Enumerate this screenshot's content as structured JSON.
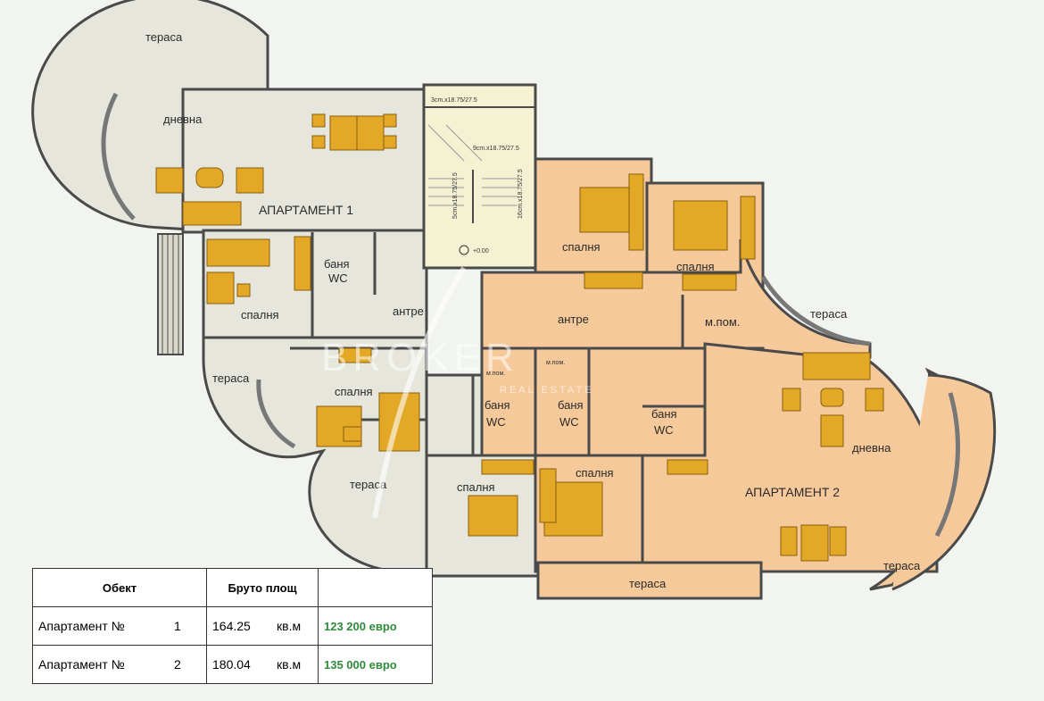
{
  "plan": {
    "stair_note_top": "3cm.x18.75/27.5",
    "stair_note_mid": "9cm.x18.75/27.5",
    "stair_note_left": "5cm.x18.75/27.5",
    "stair_note_right": "16cm.x18.75/27.5",
    "level_mark": "+0.00",
    "apartment1": {
      "label": "АПАРТАМЕНТ 1",
      "living": "дневна",
      "terrace_top": "тераса",
      "bedroom_1": "спалня",
      "bath": "баня",
      "wc": "WC",
      "hall": "антре",
      "terrace_left": "тераса",
      "bedroom_2": "спалня",
      "terrace_bottom": "тераса"
    },
    "apartment2": {
      "label": "АПАРТАМЕНТ 2",
      "bedroom_1": "спалня",
      "bedroom_2": "спалня",
      "hall": "антре",
      "utility": "м.пом.",
      "terrace_right": "тераса",
      "utility_small_1": "м.пом.",
      "utility_small_2": "м.пом.",
      "bath_1": "баня",
      "wc_1": "WC",
      "bath_2": "баня",
      "wc_2": "WC",
      "bath_3": "баня",
      "wc_3": "WC",
      "bedroom_3": "спалня",
      "bedroom_4": "спалня",
      "living": "дневна",
      "terrace_bottom": "тераса",
      "terrace_corner": "тераса"
    },
    "watermark": "BROKER",
    "watermark_sub": "REAL ESTATE"
  },
  "table": {
    "headers": [
      "Обект",
      "Бруто площ"
    ],
    "rows": [
      {
        "name": "Апартамент №",
        "num": "1",
        "area": "164.25",
        "unit": "кв.м",
        "price": "123 200 евро"
      },
      {
        "name": "Апартамент №",
        "num": "2",
        "area": "180.04",
        "unit": "кв.м",
        "price": "135 000 евро"
      }
    ]
  },
  "colors": {
    "apt1_fill": "#e7e6dc",
    "apt2_fill": "#f6c99a",
    "stair_fill": "#f4f2d2",
    "wall": "#4a4a4a",
    "furniture": "#e3a826",
    "price": "#2e8b3a"
  }
}
